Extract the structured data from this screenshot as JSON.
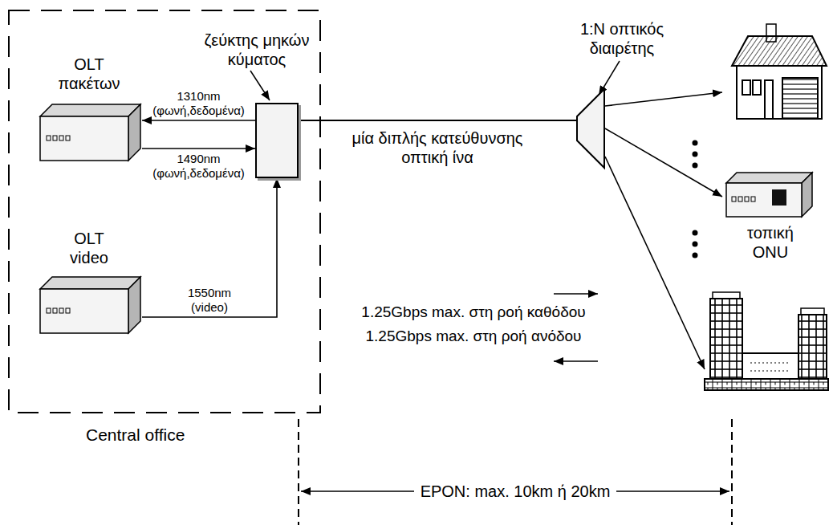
{
  "diagram": {
    "nodes": [
      {
        "text": [
          "Central office"
        ]
      },
      {
        "text": [
          "ζεύκτης μηκών κύματος"
        ],
        "in": 0
      },
      {
        "text": [
          "OLT πακέτων"
        ],
        "in": 0
      },
      {
        "text": [
          "OLT video"
        ],
        "in": 0
      },
      {
        "text": [
          "1:N οπτικός διαιρέτης"
        ]
      },
      {
        "text": []
      },
      {
        "text": [
          "τοπική ONU"
        ]
      },
      {
        "text": []
      }
    ],
    "edges": [
      {
        "from": 1,
        "to": 2,
        "arrow": "to",
        "label": "1310nm (φωνή,δεδομένα)"
      },
      {
        "from": 2,
        "to": 1,
        "arrow": "to",
        "label": "1490nm (φωνή,δεδομένα)"
      },
      {
        "from": 3,
        "to": 1,
        "arrow": "to",
        "label": "1550nm (video)"
      },
      {
        "from": 1,
        "to": 4,
        "arrow": "none",
        "label": "μία διπλής κατεύθυνσης οπτική ίνα"
      },
      {
        "from": 4,
        "to": 5,
        "arrow": "to"
      },
      {
        "from": 4,
        "to": 6,
        "arrow": "to"
      },
      {
        "from": 4,
        "to": 7,
        "arrow": "to"
      }
    ],
    "labels": [
      "1.25Gbps max. στη ροή καθόδου",
      "1.25Gbps max. στη ροή ανόδου",
      "EPON: max. 10km ή 20km"
    ]
  }
}
